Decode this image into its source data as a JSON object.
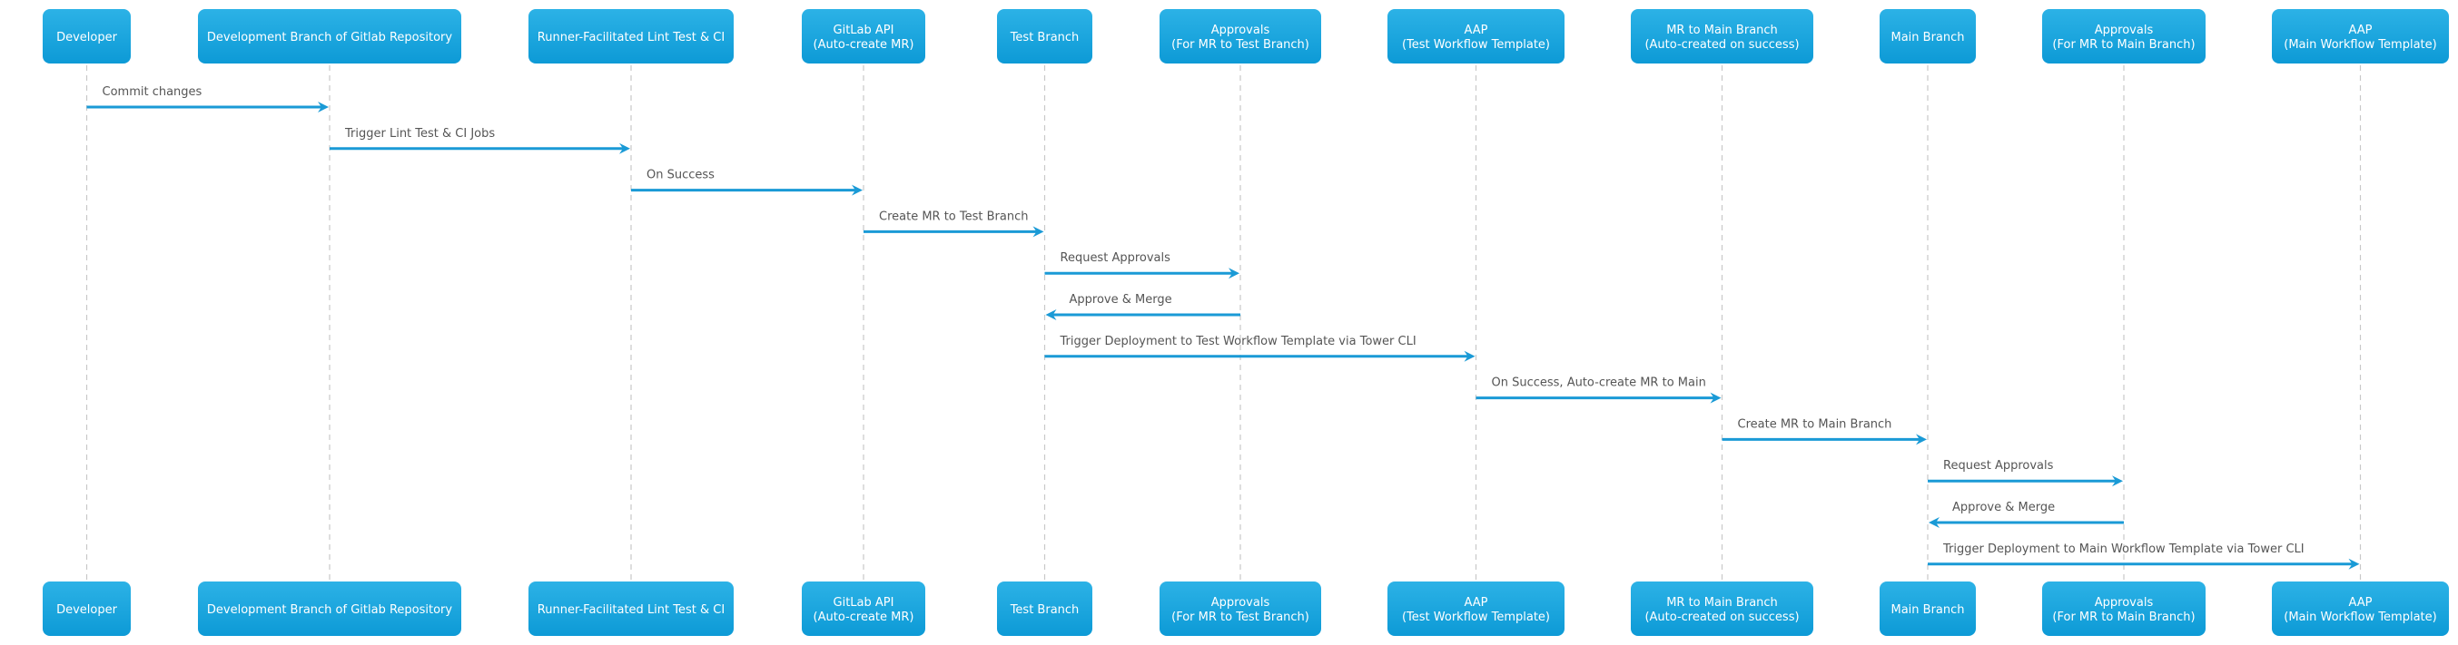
{
  "colors": {
    "box_top": "#2cb2e6",
    "box_bottom": "#0d9ad6",
    "arrow": "#1a9ad6",
    "lifeline": "#c8c8c8",
    "message_text": "#555555",
    "actor_text": "#ffffff"
  },
  "participants": [
    {
      "id": "developer",
      "lines": [
        "Developer"
      ]
    },
    {
      "id": "dev-branch",
      "lines": [
        "Development Branch of Gitlab Repository"
      ]
    },
    {
      "id": "runner",
      "lines": [
        "Runner-Facilitated Lint Test & CI"
      ]
    },
    {
      "id": "gitlab-api",
      "lines": [
        "GitLab API",
        "(Auto-create MR)"
      ]
    },
    {
      "id": "test-branch",
      "lines": [
        "Test Branch"
      ]
    },
    {
      "id": "approvals-test",
      "lines": [
        "Approvals",
        "(For MR to Test Branch)"
      ]
    },
    {
      "id": "aap-test",
      "lines": [
        "AAP",
        "(Test Workflow Template)"
      ]
    },
    {
      "id": "mr-main",
      "lines": [
        "MR to Main Branch",
        "(Auto-created on success)"
      ]
    },
    {
      "id": "main-branch",
      "lines": [
        "Main Branch"
      ]
    },
    {
      "id": "approvals-main",
      "lines": [
        "Approvals",
        "(For MR to Main Branch)"
      ]
    },
    {
      "id": "aap-main",
      "lines": [
        "AAP",
        "(Main Workflow Template)"
      ]
    }
  ],
  "messages": [
    {
      "from": 0,
      "to": 1,
      "label": "Commit changes"
    },
    {
      "from": 1,
      "to": 2,
      "label": "Trigger Lint Test & CI Jobs"
    },
    {
      "from": 2,
      "to": 3,
      "label": "On Success"
    },
    {
      "from": 3,
      "to": 4,
      "label": "Create MR to Test Branch"
    },
    {
      "from": 4,
      "to": 5,
      "label": "Request Approvals"
    },
    {
      "from": 5,
      "to": 4,
      "label": "Approve & Merge"
    },
    {
      "from": 4,
      "to": 6,
      "label": "Trigger Deployment to Test Workflow Template via Tower CLI"
    },
    {
      "from": 6,
      "to": 7,
      "label": "On Success, Auto-create MR to Main"
    },
    {
      "from": 7,
      "to": 8,
      "label": "Create MR to Main Branch"
    },
    {
      "from": 8,
      "to": 9,
      "label": "Request Approvals"
    },
    {
      "from": 9,
      "to": 8,
      "label": "Approve & Merge"
    },
    {
      "from": 8,
      "to": 10,
      "label": "Trigger Deployment to Main Workflow Template via Tower CLI"
    }
  ]
}
